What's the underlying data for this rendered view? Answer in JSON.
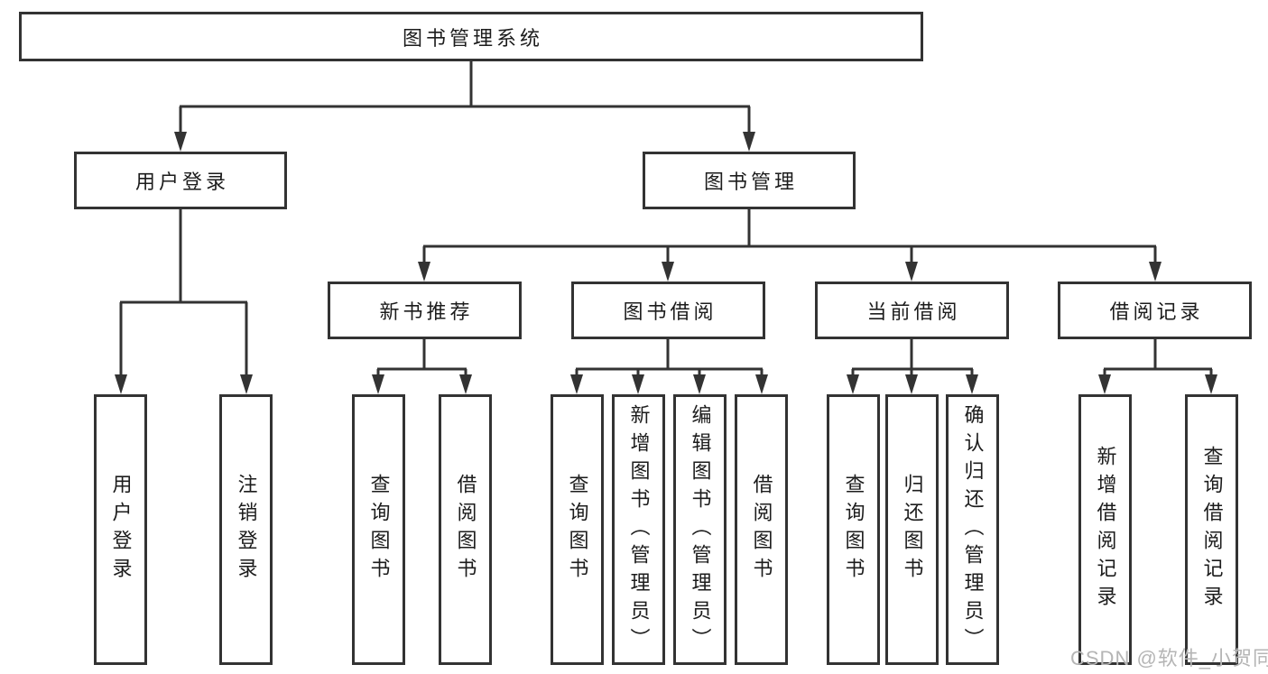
{
  "colors": {
    "background": "#ffffff",
    "line": "#333333",
    "box_border": "#333333",
    "text": "#1c1c1c",
    "watermark": "#b5b5b5"
  },
  "tree": {
    "root": {
      "label": "图书管理系统",
      "children": [
        {
          "label": "用户登录",
          "children": [
            {
              "label": "用户登录"
            },
            {
              "label": "注销登录"
            }
          ]
        },
        {
          "label": "图书管理",
          "children": [
            {
              "label": "新书推荐",
              "children": [
                {
                  "label": "查询图书"
                },
                {
                  "label": "借阅图书"
                }
              ]
            },
            {
              "label": "图书借阅",
              "children": [
                {
                  "label": "查询图书"
                },
                {
                  "label": "新增图书（管理员）"
                },
                {
                  "label": "编辑图书（管理员）"
                },
                {
                  "label": "借阅图书"
                }
              ]
            },
            {
              "label": "当前借阅",
              "children": [
                {
                  "label": "查询图书"
                },
                {
                  "label": "归还图书"
                },
                {
                  "label": "确认归还（管理员）"
                }
              ]
            },
            {
              "label": "借阅记录",
              "children": [
                {
                  "label": "新增借阅记录"
                },
                {
                  "label": "查询借阅记录"
                }
              ]
            }
          ]
        }
      ]
    }
  },
  "watermark": {
    "text": "CSDN @软件_小贺同学"
  }
}
